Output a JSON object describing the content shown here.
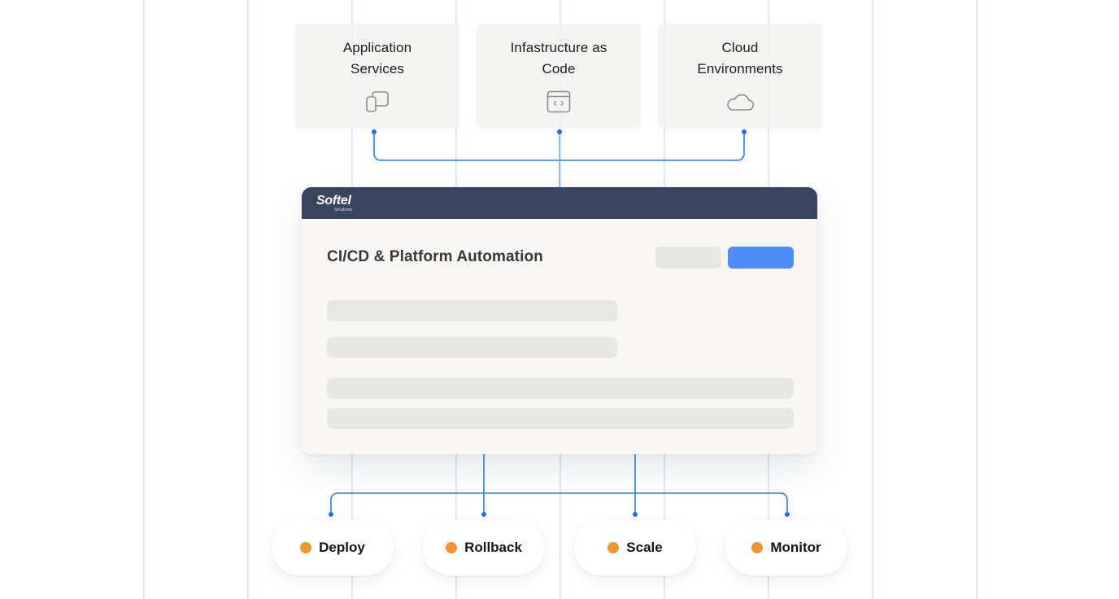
{
  "sources": [
    {
      "label_line1": "Application",
      "label_line2": "Services",
      "icon": "copy-windows-icon"
    },
    {
      "label_line1": "Infastructure as",
      "label_line2": "Code",
      "icon": "code-window-icon"
    },
    {
      "label_line1": "Cloud",
      "label_line2": "Environments",
      "icon": "cloud-icon"
    }
  ],
  "platform": {
    "brand": "Softel",
    "brand_sub": "Solutions",
    "title": "CI/CD & Platform Automation",
    "header_color": "#36465e",
    "primary_color": "#4a8ef6"
  },
  "actions": [
    {
      "label": "Deploy"
    },
    {
      "label": "Rollback"
    },
    {
      "label": "Scale"
    },
    {
      "label": "Monitor"
    }
  ],
  "colors": {
    "connector": "#2f7ae8",
    "status_dot": "#ec9636",
    "grid": "#dce8f4"
  }
}
